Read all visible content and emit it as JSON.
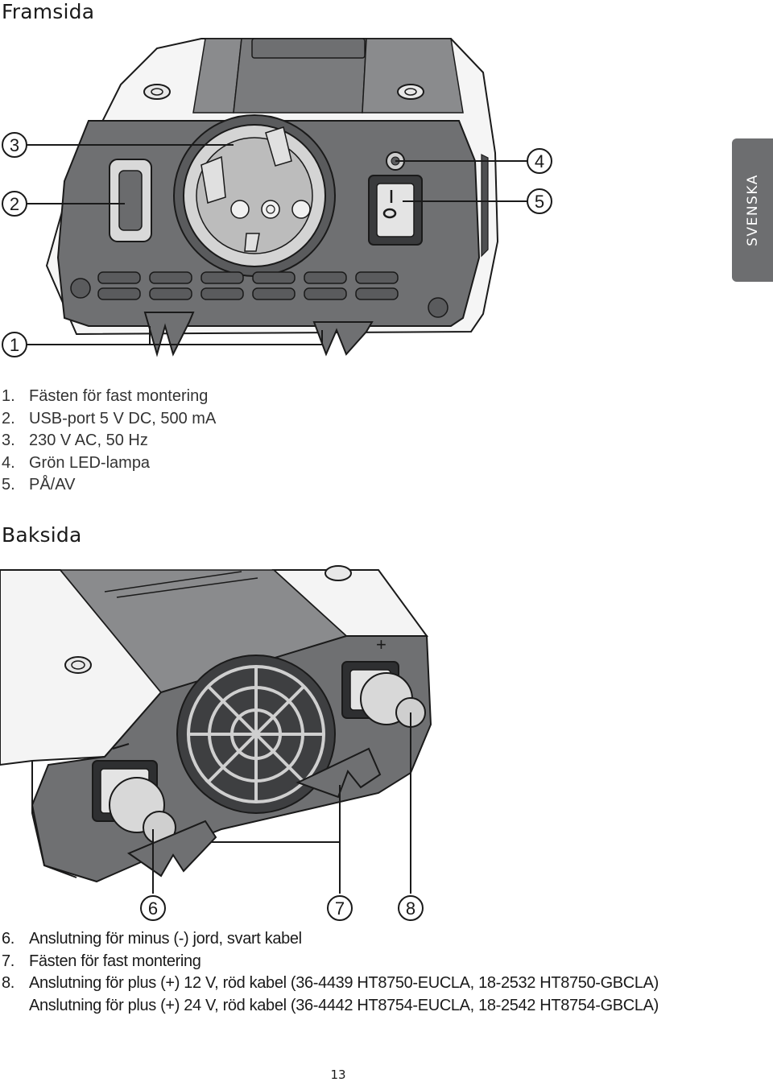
{
  "front": {
    "heading": "Framsida",
    "callouts": [
      "1",
      "2",
      "3",
      "4",
      "5"
    ],
    "items": [
      {
        "num": "1.",
        "text": "Fästen för fast montering"
      },
      {
        "num": "2.",
        "text": "USB-port 5 V DC, 500 mA"
      },
      {
        "num": "3.",
        "text": "230 V AC, 50 Hz"
      },
      {
        "num": "4.",
        "text": "Grön LED-lampa"
      },
      {
        "num": "5.",
        "text": "PÅ/AV"
      }
    ]
  },
  "back": {
    "heading": "Baksida",
    "callouts": [
      "6",
      "7",
      "8"
    ],
    "items": [
      {
        "num": "6.",
        "text": "Anslutning för minus (-) jord, svart kabel"
      },
      {
        "num": "7.",
        "text": "Fästen för fast montering"
      },
      {
        "num": "8.",
        "text": "Anslutning för plus (+) 12 V, röd kabel (36-4439 HT8750-EUCLA, 18-2532 HT8750-GBCLA)"
      },
      {
        "num": "",
        "text": "Anslutning för plus (+) 24 V, röd kabel (36-4442 HT8754-EUCLA, 18-2542 HT8754-GBCLA)"
      }
    ]
  },
  "side_tab": "SVENSKA",
  "page_number": "13",
  "colors": {
    "panel": "#6f7072",
    "panel_dark": "#4e4f51",
    "casing": "#f4f4f4",
    "tab": "#6d6e70",
    "line": "#1a1a1a"
  }
}
